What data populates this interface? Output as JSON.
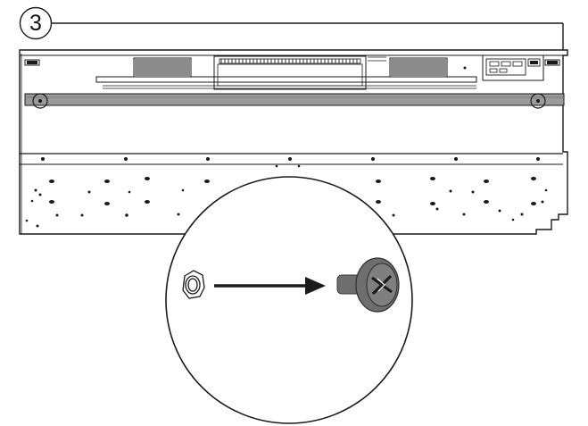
{
  "step": {
    "number": "3"
  },
  "colors": {
    "line": "#1a1a1a",
    "bracket_bar": "#9a9a9a",
    "background": "#ffffff",
    "screw": "#6e6e6e",
    "screw_dark": "#3a3a3a"
  },
  "icons": [
    "step-badge",
    "tv-back-panel",
    "mounting-bracket",
    "callout-circle",
    "spacer-nut-icon",
    "arrow-right-icon",
    "screw-icon"
  ]
}
